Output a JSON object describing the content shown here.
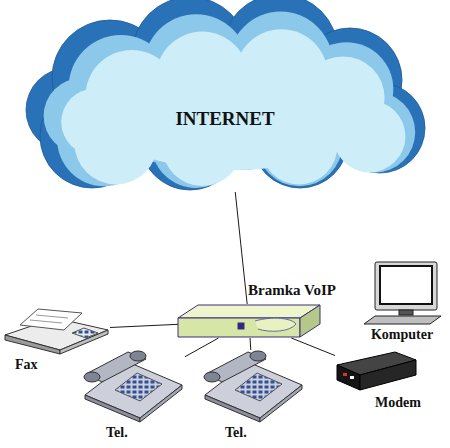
{
  "diagram": {
    "nodes": [
      {
        "text": [
          "INTERNET"
        ]
      },
      {
        "text": [
          "Bramka VoIP"
        ]
      },
      {
        "text": [
          "Fax"
        ]
      },
      {
        "text": [
          "Tel."
        ]
      },
      {
        "text": [
          "Tel."
        ]
      },
      {
        "text": [
          "Modem"
        ]
      },
      {
        "text": [
          "Komputer"
        ]
      }
    ],
    "edges": [
      {
        "from": 0,
        "to": 1,
        "arrow": "none"
      },
      {
        "from": 1,
        "to": 2,
        "arrow": "none"
      },
      {
        "from": 1,
        "to": 3,
        "arrow": "none"
      },
      {
        "from": 1,
        "to": 4,
        "arrow": "none"
      },
      {
        "from": 1,
        "to": 5,
        "arrow": "none"
      }
    ]
  }
}
